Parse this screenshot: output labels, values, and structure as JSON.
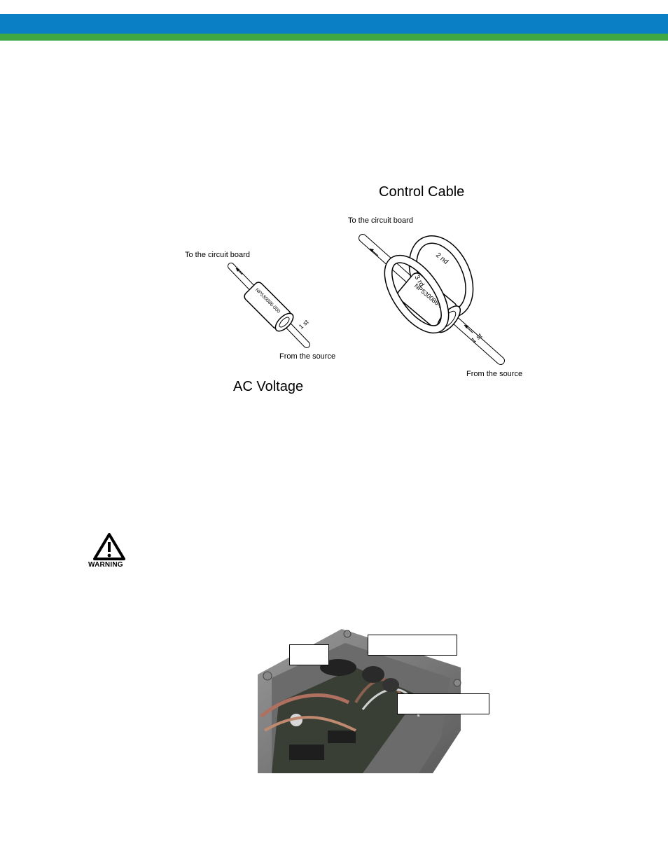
{
  "header": {
    "brand_blue": "#0a7fc6",
    "brand_green": "#3fa843"
  },
  "figure": {
    "ac_voltage": {
      "title": "AC Voltage",
      "label_top": "To the circuit board",
      "label_bottom": "From the source",
      "part_number": "NP530086-000",
      "turn_label": "1 st"
    },
    "control_cable": {
      "title": "Control Cable",
      "label_top": "To the circuit board",
      "label_bottom": "From the source",
      "part_number": "NP530086-000",
      "turn_labels": [
        "1 st",
        "2 nd",
        "3 rd"
      ]
    }
  },
  "warning": {
    "icon": "warning-triangle-icon",
    "label": "WARNING"
  },
  "photo": {
    "callouts": [
      "",
      "",
      ""
    ]
  }
}
